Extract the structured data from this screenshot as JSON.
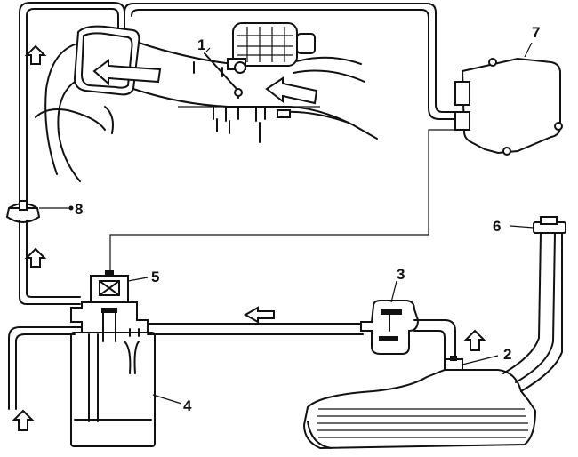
{
  "callouts": [
    {
      "id": "1",
      "text": "1"
    },
    {
      "id": "2",
      "text": "2"
    },
    {
      "id": "3",
      "text": "3"
    },
    {
      "id": "4",
      "text": "4"
    },
    {
      "id": "5",
      "text": "5"
    },
    {
      "id": "6",
      "text": "6"
    },
    {
      "id": "7",
      "text": "7"
    },
    {
      "id": "8",
      "text": "8"
    }
  ],
  "flow_arrows": [
    "intake-flow",
    "intake-outlet-flow",
    "left-hose-up",
    "left-hose-up-lower",
    "canister-inlet-up",
    "vapor-line-left",
    "tank-vent-up"
  ]
}
